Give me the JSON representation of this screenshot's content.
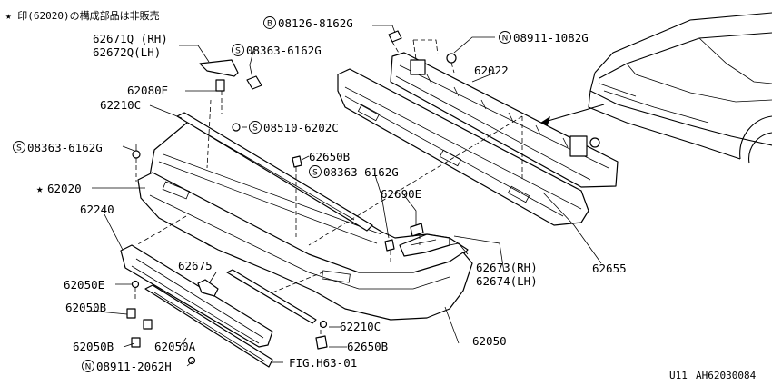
{
  "header_note": "★ 印(62020)の構成部品は非販売",
  "footer": {
    "code_left": "U11",
    "code_right": "AH62030084"
  },
  "labels": {
    "p62671": "62671Q (RH)",
    "p62672": "62672Q(LH)",
    "b08126": "08126-8162G",
    "n08911a": "08911-1082G",
    "s08363a": "08363-6162G",
    "p62022": "62022",
    "p62080e": "62080E",
    "p62210c_a": "62210C",
    "s08510": "08510-6202C",
    "s08363b": "08363-6162G",
    "p62650b_a": "62650B",
    "s08363c": "08363-6162G",
    "p62020": "62020",
    "p62690e": "62690E",
    "p62240": "62240",
    "p62673": "62673(RH)",
    "p62674": "62674(LH)",
    "p62655": "62655",
    "p62675": "62675",
    "p62050e": "62050E",
    "p62050b_a": "62050B",
    "p62210c_b": "62210C",
    "p62650b_b": "62650B",
    "p62050": "62050",
    "p62050b_b": "62050B",
    "p62050a": "62050A",
    "fig": "FIG.H63-01",
    "n08911b": "08911-2062H"
  },
  "symbols": {
    "star": "★",
    "S": "S",
    "B": "B",
    "N": "N"
  }
}
